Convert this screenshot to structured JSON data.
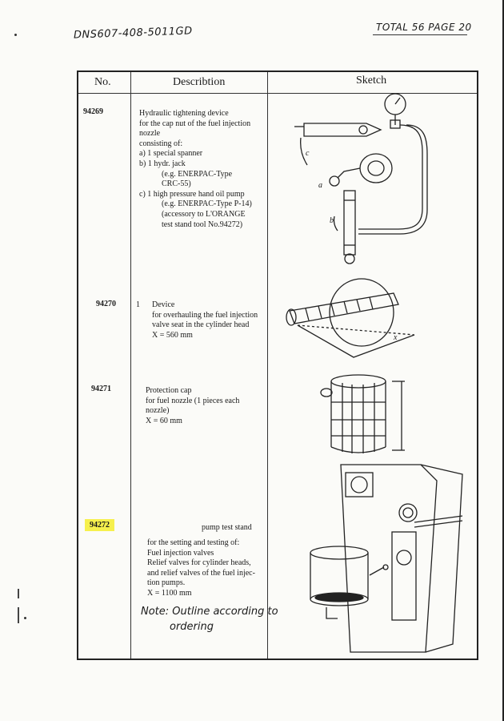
{
  "header": {
    "doc_ref": "DNS607-408-5011GD",
    "total_page": "TOTAL 56 PAGE 20"
  },
  "table": {
    "headers": {
      "no": "No.",
      "description": "Describtion",
      "sketch": "Sketch"
    },
    "items": [
      {
        "no": "94269",
        "lines": [
          "Hydraulic tightening device",
          "for the cap nut of the fuel injection",
          "nozzle",
          "consisting of:",
          "a)  1   special spanner",
          "b)  1   hydr. jack",
          "(e.g. ENERPAC-Type",
          "CRC-55)",
          "c)  1   high pressure hand oil pump",
          "(e.g. ENERPAC-Type P-14)",
          "(accessory to L'ORANGE",
          "test stand tool  No.94272)"
        ]
      },
      {
        "no": "94270",
        "qty": "1",
        "lines": [
          "Device",
          "for overhauling the fuel injection",
          "valve seat in the cylinder head",
          "X = 560 mm"
        ]
      },
      {
        "no": "94271",
        "lines": [
          "Protection cap",
          "for fuel nozzle (1 pieces each",
          "nozzle)",
          "X = 60 mm"
        ]
      },
      {
        "no": "94272",
        "title": "pump test stand",
        "lines": [
          "for the setting and testing of:",
          "Fuel injection valves",
          "Relief valves for cylinder heads,",
          "and relief valves of the fuel injec-",
          "tion pumps.",
          "X = 1100 mm"
        ],
        "note_line1": "Note: Outline according to",
        "note_line2": "ordering"
      }
    ]
  },
  "sketch_labels": {
    "c": "c",
    "a": "a",
    "b": "b",
    "x": "x"
  },
  "colors": {
    "highlight": "#f6f04d",
    "ink": "#1a1a1a",
    "paper": "#fbfbf8"
  }
}
